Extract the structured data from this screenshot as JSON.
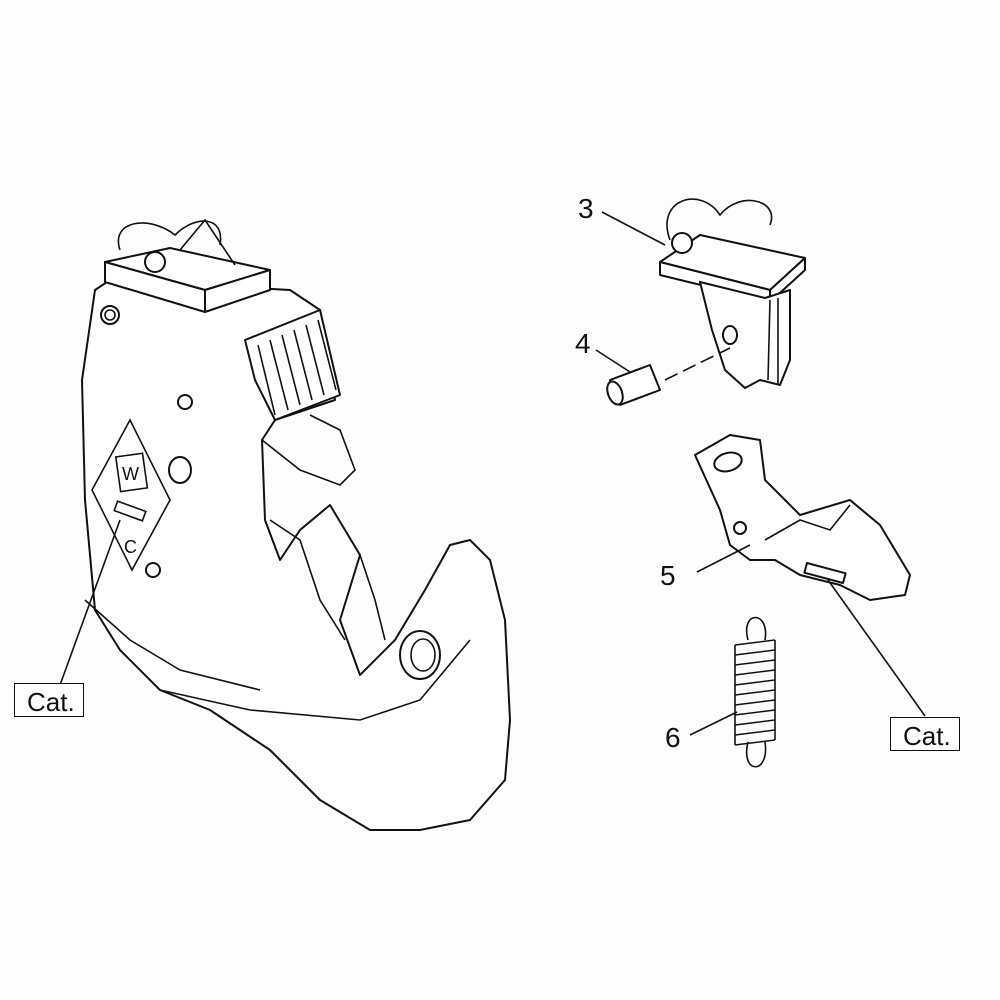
{
  "callouts": {
    "part_3": "3",
    "part_4": "4",
    "part_5": "5",
    "part_6": "6"
  },
  "category_labels": {
    "left": "Cat.",
    "right": "Cat."
  },
  "logo_letters": {
    "top": "W",
    "bottom": "C"
  }
}
